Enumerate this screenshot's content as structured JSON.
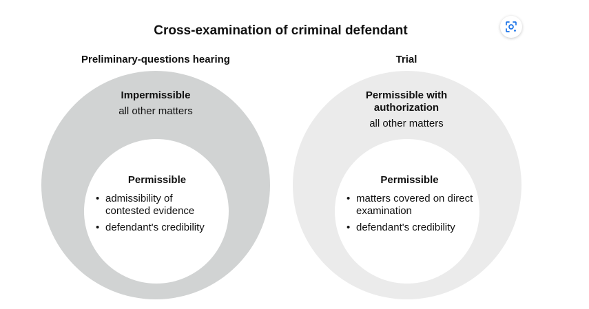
{
  "title": "Cross-examination of criminal defendant",
  "colors": {
    "left_outer_fill": "#d1d3d3",
    "right_outer_fill": "#ebebeb",
    "inner_fill": "#ffffff",
    "text": "#111111"
  },
  "icons": {
    "lens_button": "google-lens-icon"
  },
  "panels": [
    {
      "heading": "Preliminary-questions hearing",
      "outer": {
        "heading_line1": "Impermissible",
        "heading_line2": "",
        "sub": "all other matters"
      },
      "inner": {
        "heading": "Permissible",
        "items": [
          "admissibility of contested evidence",
          "defendant's credibility"
        ]
      }
    },
    {
      "heading": "Trial",
      "outer": {
        "heading_line1": "Permissible with",
        "heading_line2": "authorization",
        "sub": "all other matters"
      },
      "inner": {
        "heading": "Permissible",
        "items": [
          "matters covered on direct examination",
          "defendant's credibility"
        ]
      }
    }
  ]
}
